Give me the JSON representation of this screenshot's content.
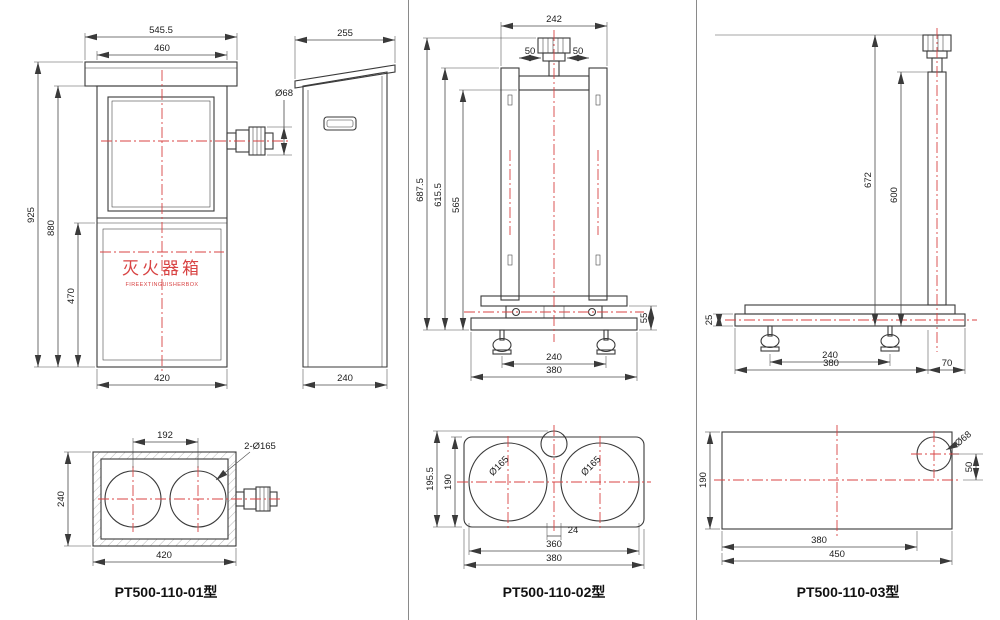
{
  "colors": {
    "accent-red": "#d84343",
    "line": "#3a3a3a",
    "dim": "#4a4a4a"
  },
  "panel1": {
    "title": "PT500-110-01型",
    "box_label": "灭火器箱",
    "box_sublabel": "FIREEXTINGUISHERBOX",
    "dims": {
      "cap_width": "545.5",
      "door_width": "460",
      "total_height": "925",
      "body_height": "880",
      "lower_height": "470",
      "base_width": "420",
      "valve_dia": "Ø68",
      "side_top_depth": "255",
      "side_bottom_depth": "240",
      "hole_spacing": "192",
      "holes": "2-Ø165",
      "section_depth": "240",
      "section_width": "420"
    }
  },
  "panel2": {
    "title": "PT500-110-02型",
    "dims": {
      "top_width": "242",
      "offset_left": "50",
      "offset_right": "50",
      "total_height": "687.5",
      "post_height": "615.5",
      "inner_height": "565",
      "base_height": "55",
      "feet_spacing": "240",
      "base_width": "380",
      "plan_outer_height": "195.5",
      "plan_height": "190",
      "hole_left": "Ø165",
      "hole_right": "Ø165",
      "gap": "24",
      "plan_span": "360",
      "plan_width": "380"
    }
  },
  "panel3": {
    "title": "PT500-110-03型",
    "dims": {
      "total_height": "672",
      "pole_height": "600",
      "plate_thickness": "25",
      "feet_spacing": "240",
      "base_width": "380",
      "overhang": "70",
      "plan_height": "190",
      "pole_dia": "Ø68",
      "pole_offset": "50",
      "plan_main_width": "380",
      "plan_total_width": "450"
    }
  }
}
